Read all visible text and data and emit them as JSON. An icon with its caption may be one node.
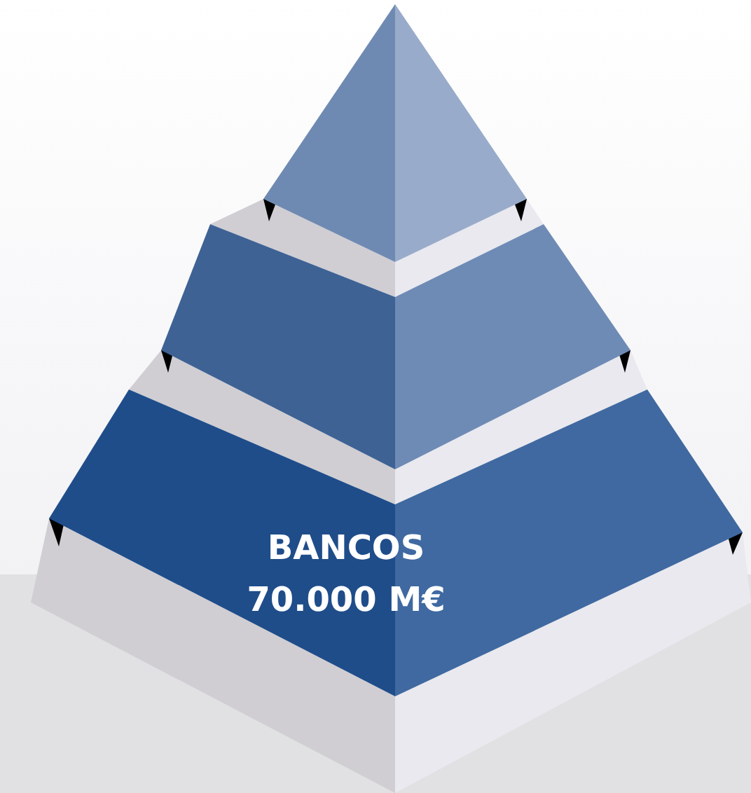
{
  "diagram": {
    "nodes": [
      {
        "text": [],
        "shape": "triangle"
      },
      {
        "text": [],
        "shape": "trapezoid"
      },
      {
        "text": [
          "BANCOS 70.000 M€"
        ]
      }
    ]
  }
}
